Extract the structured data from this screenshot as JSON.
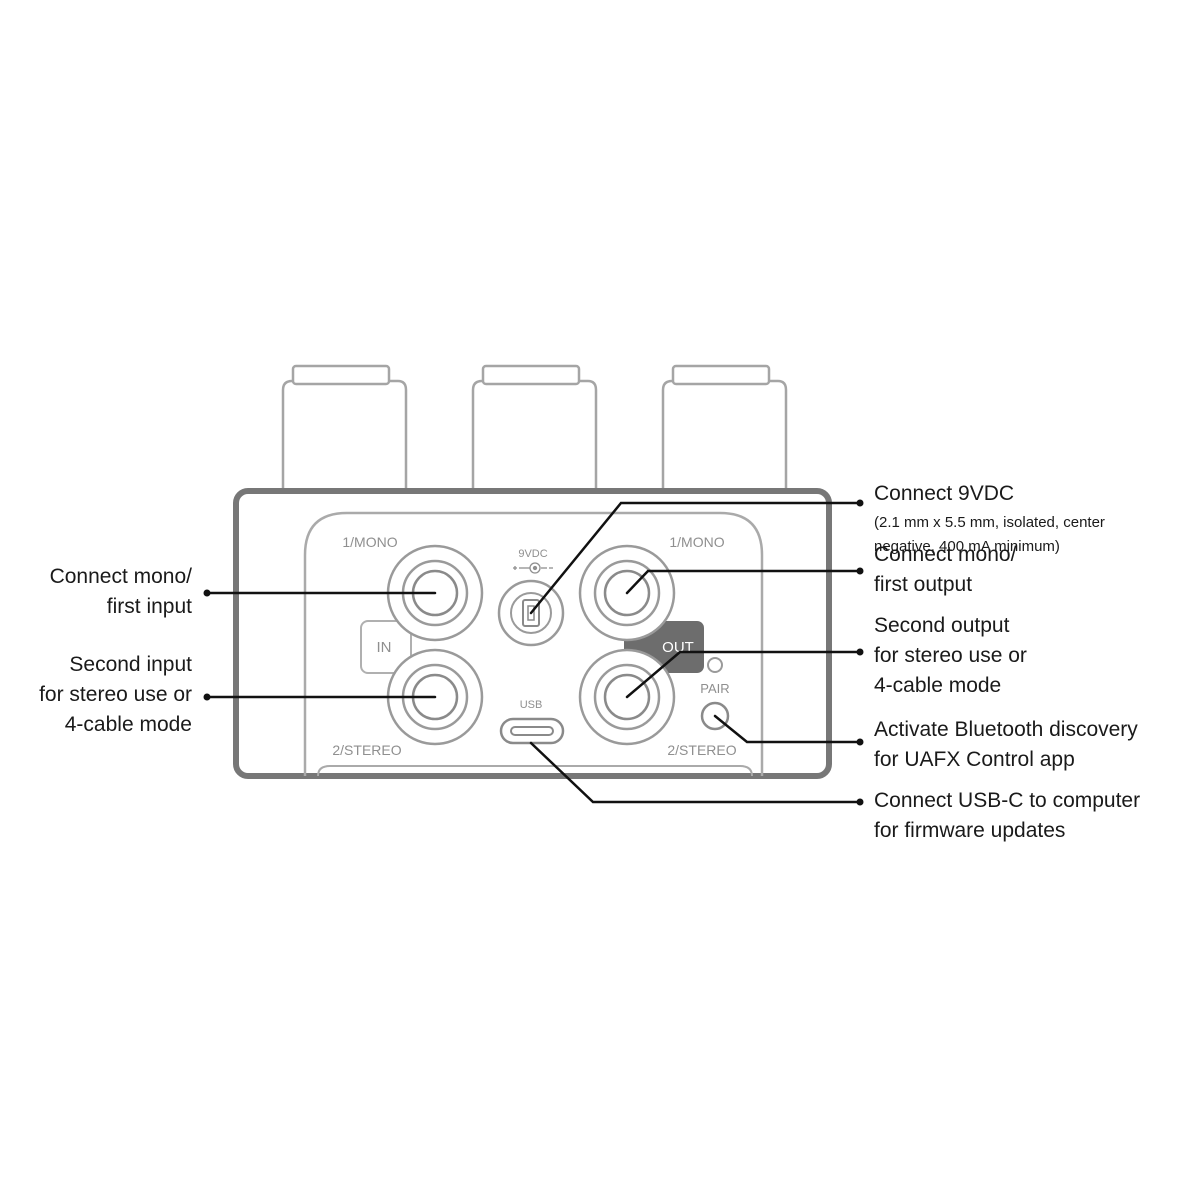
{
  "device": {
    "panel_labels": {
      "in_mono": "1/MONO",
      "out_mono": "1/MONO",
      "in_stereo": "2/STEREO",
      "out_stereo": "2/STEREO",
      "in_tag": "IN",
      "out_tag": "OUT",
      "power": "9VDC",
      "usb": "USB",
      "pair": "PAIR"
    }
  },
  "callouts": {
    "mono_input": "Connect mono/\nfirst input",
    "stereo_input": "Second input\nfor stereo use or\n4-cable mode",
    "power": {
      "title": "Connect 9VDC",
      "detail": "(2.1 mm x 5.5 mm, isolated, center\nnegative, 400 mA minimum)"
    },
    "mono_output": "Connect mono/\nfirst output",
    "stereo_output": "Second output\nfor stereo use or\n4-cable mode",
    "pair": "Activate Bluetooth discovery\nfor UAFX Control app",
    "usb": "Connect USB-C to computer\nfor firmware updates"
  },
  "colors": {
    "line": "#111111",
    "device_outline": "#777777",
    "device_detail": "#9a9a9a",
    "out_tag_fill": "#6d6d6d"
  }
}
